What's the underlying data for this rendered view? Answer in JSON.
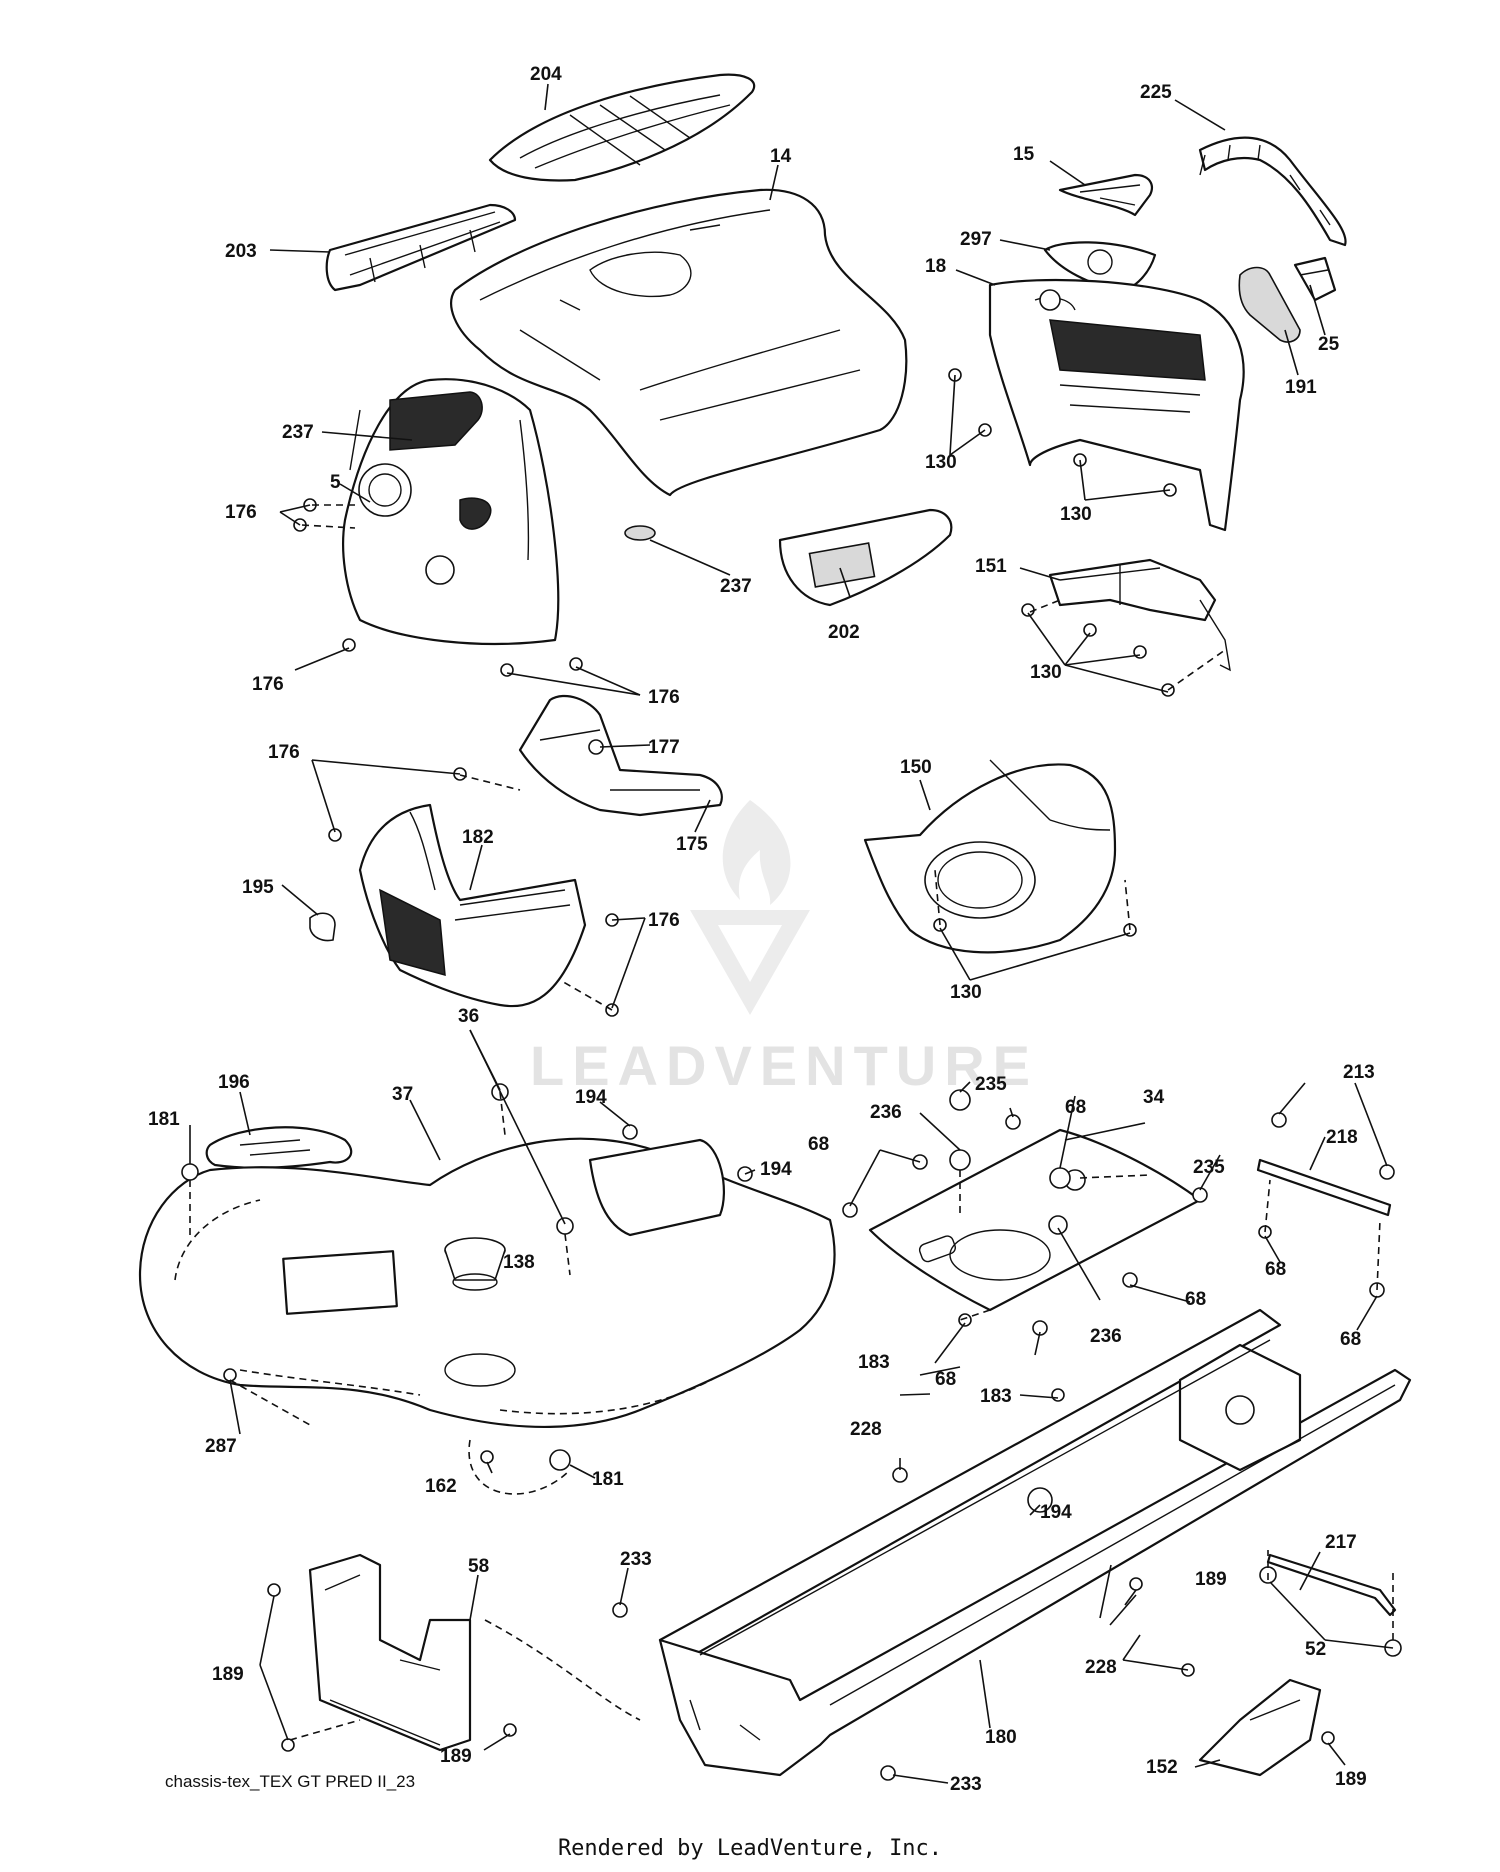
{
  "drawing_id": "chassis-tex_TEX GT PRED II_23",
  "render_credit": "Rendered by LeadVenture, Inc.",
  "watermark_text": "LEADVENTURE",
  "callouts": {
    "c204": "204",
    "c14": "14",
    "c203": "203",
    "c225": "225",
    "c15": "15",
    "c297": "297",
    "c18": "18",
    "c25": "25",
    "c191": "191",
    "c130a": "130",
    "c130b": "130",
    "c130c": "130",
    "c130d": "130",
    "c237a": "237",
    "c237b": "237",
    "c5": "5",
    "c176a": "176",
    "c176b": "176",
    "c176c": "176",
    "c176d": "176",
    "c176e": "176",
    "c202": "202",
    "c151": "151",
    "c177": "177",
    "c175": "175",
    "c150": "150",
    "c182": "182",
    "c195": "195",
    "c36": "36",
    "c196": "196",
    "c37": "37",
    "c181a": "181",
    "c181b": "181",
    "c194a": "194",
    "c194b": "194",
    "c194c": "194",
    "c235a": "235",
    "c235b": "235",
    "c236a": "236",
    "c236b": "236",
    "c68a": "68",
    "c68b": "68",
    "c68c": "68",
    "c68d": "68",
    "c68e": "68",
    "c68f": "68",
    "c34": "34",
    "c213": "213",
    "c218": "218",
    "c138": "138",
    "c183a": "183",
    "c183b": "183",
    "c287": "287",
    "c162": "162",
    "c228a": "228",
    "c228b": "228",
    "c217": "217",
    "c233a": "233",
    "c233b": "233",
    "c58": "58",
    "c189a": "189",
    "c189b": "189",
    "c189c": "189",
    "c189d": "189",
    "c52": "52",
    "c180": "180",
    "c152": "152"
  }
}
